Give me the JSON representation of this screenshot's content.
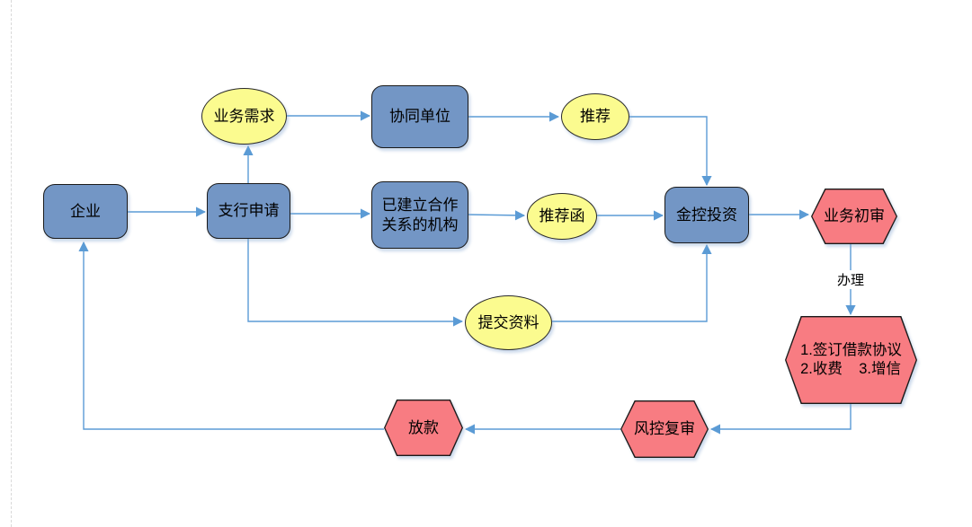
{
  "diagram": {
    "type": "flowchart",
    "description": "Loan business process flow between enterprise, bank branch and financial holding investment company"
  },
  "colors": {
    "process_blue": "#7396C5",
    "artifact_yellow": "#FBFB8F",
    "review_red": "#F87C82",
    "connector_blue": "#5B9BD5",
    "border_dark": "#1a1a1a",
    "page_guide_gray": "#d9d9d9"
  },
  "nodes": {
    "enterprise": {
      "label": "企业"
    },
    "branch_application": {
      "label": "支行申请"
    },
    "business_demand": {
      "label": "业务需求"
    },
    "collaborative_unit": {
      "label": "协同单位"
    },
    "recommend": {
      "label": "推荐"
    },
    "established_institution": {
      "line1": "已建立合作",
      "line2": "关系的机构"
    },
    "recommendation_letter": {
      "label": "推荐函"
    },
    "jinkong_investment": {
      "label": "金控投资"
    },
    "business_initial_review": {
      "label": "业务初审"
    },
    "sign_agreement": {
      "line1": "1.签订借款协议",
      "line2": "2.收费    3.增信"
    },
    "risk_control_review": {
      "label": "风控复审"
    },
    "loan_disbursement": {
      "label": "放款"
    },
    "submit_materials": {
      "label": "提交资料"
    }
  },
  "edge_labels": {
    "handle": "办理"
  },
  "edges": [
    {
      "from": "enterprise",
      "to": "branch_application"
    },
    {
      "from": "branch_application",
      "to": "business_demand"
    },
    {
      "from": "business_demand",
      "to": "collaborative_unit"
    },
    {
      "from": "collaborative_unit",
      "to": "recommend"
    },
    {
      "from": "recommend",
      "to": "jinkong_investment"
    },
    {
      "from": "branch_application",
      "to": "established_institution"
    },
    {
      "from": "established_institution",
      "to": "recommendation_letter"
    },
    {
      "from": "recommendation_letter",
      "to": "jinkong_investment"
    },
    {
      "from": "branch_application",
      "to": "submit_materials"
    },
    {
      "from": "submit_materials",
      "to": "jinkong_investment"
    },
    {
      "from": "jinkong_investment",
      "to": "business_initial_review"
    },
    {
      "from": "business_initial_review",
      "to": "sign_agreement",
      "label": "办理"
    },
    {
      "from": "sign_agreement",
      "to": "risk_control_review"
    },
    {
      "from": "risk_control_review",
      "to": "loan_disbursement"
    },
    {
      "from": "loan_disbursement",
      "to": "enterprise"
    }
  ]
}
